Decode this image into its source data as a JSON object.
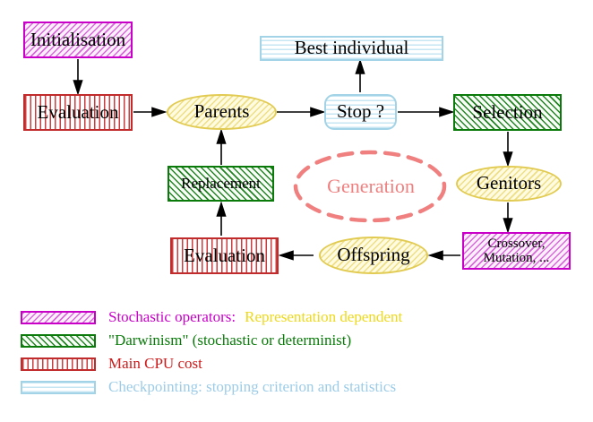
{
  "nodes": {
    "initialisation": "Initialisation",
    "evaluation_top": "Evaluation",
    "best_individual": "Best individual",
    "stop": "Stop ?",
    "selection": "Selection",
    "parents": "Parents",
    "replacement": "Replacement",
    "generation": "Generation",
    "genitors": "Genitors",
    "offspring": "Offspring",
    "evaluation_bottom": "Evaluation",
    "crossover_line1": "Crossover,",
    "crossover_line2": "Mutation, ..."
  },
  "legend": {
    "items": [
      {
        "swatch": "magenta-diagonal-hatch",
        "label": "Stochastic operators:",
        "label_secondary": "Representation dependent"
      },
      {
        "swatch": "green-diagonal-hatch",
        "label": "\"Darwinism\" (stochastic or determinist)"
      },
      {
        "swatch": "red-vertical-stripes",
        "label": "Main CPU cost"
      },
      {
        "swatch": "cyan-horizontal-stripes",
        "label": "Checkpointing: stopping criterion and statistics"
      }
    ]
  },
  "colors": {
    "magenta": "#c800c8",
    "green": "#0a7a0a",
    "red": "#cc1a1a",
    "gold": "#eed918",
    "cyan": "#9ccce8",
    "salmon": "#f08080",
    "yellow_node_border": "#e2cb52",
    "arrow": "#000000"
  }
}
